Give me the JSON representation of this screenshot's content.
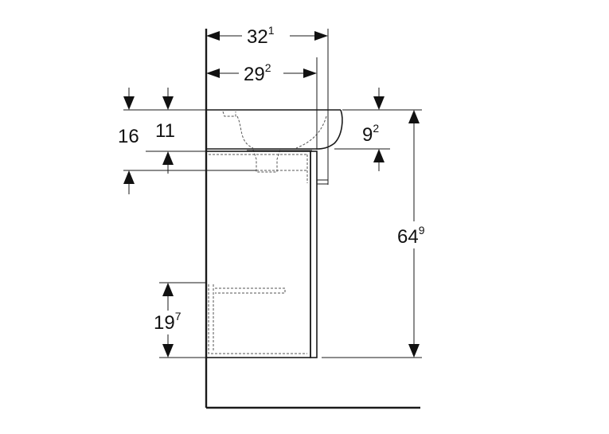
{
  "dimensions": {
    "width_outer": {
      "main": "32",
      "sup": "1"
    },
    "width_inner": {
      "main": "29",
      "sup": "2"
    },
    "depth_16": {
      "main": "16",
      "sup": ""
    },
    "depth_11": {
      "main": "11",
      "sup": ""
    },
    "rim_9": {
      "main": "9",
      "sup": "2"
    },
    "height_total": {
      "main": "64",
      "sup": "9"
    },
    "shelf_19": {
      "main": "19",
      "sup": "7"
    }
  }
}
